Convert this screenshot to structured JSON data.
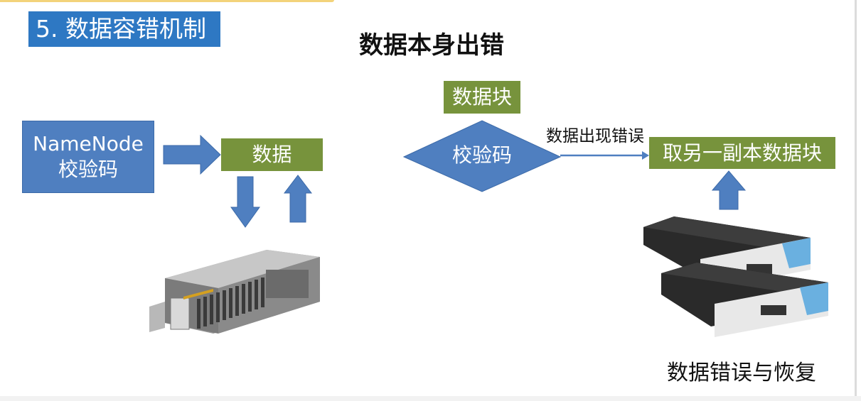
{
  "slide": {
    "section_title": "5. 数据容错机制",
    "heading": "数据本身出错"
  },
  "diagram": {
    "namenode_box": {
      "line1": "NameNode",
      "line2": "校验码"
    },
    "data_box": "数据",
    "block_box": "数据块",
    "checksum_diamond": "校验码",
    "error_label": "数据出现错误",
    "replica_box": "取另一副本数据块",
    "recovery_caption": "数据错误与恢复"
  },
  "colors": {
    "title_blue": "#2e78c3",
    "node_blue": "#4f7fc0",
    "block_green": "#77933c",
    "arrow_blue": "#4f7fc0"
  },
  "icons": [
    "server-chassis-icon",
    "rack-server-icon"
  ]
}
